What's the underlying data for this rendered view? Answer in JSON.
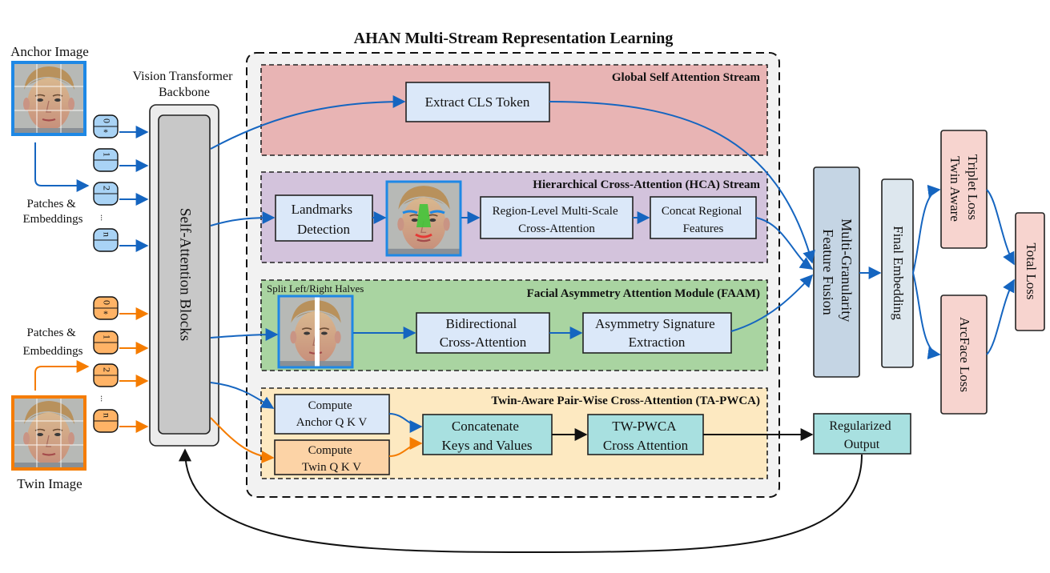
{
  "title": "AHAN Multi-Stream Representation Learning",
  "inputs": {
    "anchor_label": "Anchor Image",
    "twin_label": "Twin Image",
    "patches_label_line1": "Patches &",
    "patches_label_line2": "Embeddings",
    "anchor_tokens": [
      "0",
      "*",
      "1",
      "2",
      "n"
    ],
    "twin_tokens": [
      "0",
      "*",
      "1",
      "2",
      "n"
    ],
    "ellipsis": "..."
  },
  "backbone": {
    "label_line1": "Vision Transformer",
    "label_line2": "Backbone",
    "blocks_label": "Self-Attention Blocks"
  },
  "streams": {
    "global": {
      "title": "Global Self Attention Stream",
      "extract_cls": "Extract CLS Token"
    },
    "hca": {
      "title": "Hierarchical Cross-Attention (HCA) Stream",
      "landmarks_line1": "Landmarks",
      "landmarks_line2": "Detection",
      "region_line1": "Region-Level Multi-Scale",
      "region_line2": "Cross-Attention",
      "concat_line1": "Concat Regional",
      "concat_line2": "Features"
    },
    "faam": {
      "title": "Facial Asymmetry Attention Module (FAAM)",
      "split_label": "Split Left/Right Halves",
      "bidir_line1": "Bidirectional",
      "bidir_line2": "Cross-Attention",
      "asym_line1": "Asymmetry Signature",
      "asym_line2": "Extraction"
    },
    "tapwca": {
      "title": "Twin-Aware Pair-Wise Cross-Attention (TA-PWCA)",
      "anchor_qkv_line1": "Compute",
      "anchor_qkv_line2": "Anchor Q K V",
      "twin_qkv_line1": "Compute",
      "twin_qkv_line2": "Twin Q K V",
      "concat_kv_line1": "Concatenate",
      "concat_kv_line2": "Keys and Values",
      "twpwca_line1": "TW-PWCA",
      "twpwca_line2": "Cross Attention"
    }
  },
  "output": {
    "fusion_line1": "Multi-Granularity",
    "fusion_line2": "Feature Fusion",
    "final_embedding": "Final Embedding",
    "triplet_line1": "Triplet Loss",
    "triplet_line2": "Twin Aware",
    "arcface": "ArcFace Loss",
    "total_loss": "Total Loss",
    "regularized_line1": "Regularized",
    "regularized_line2": "Output"
  },
  "colors": {
    "anchor_blue": "#1e88e5",
    "twin_orange": "#f57c00",
    "global_bg": "#e8b4b4",
    "hca_bg": "#d3c3dc",
    "faam_bg": "#a9d4a1",
    "tapwca_bg": "#fde9c1",
    "module_fill": "#dbe8f9",
    "fusion_fill": "#c5d5e4",
    "loss_fill": "#f7d4cf",
    "teal_fill": "#a8e0e0"
  }
}
